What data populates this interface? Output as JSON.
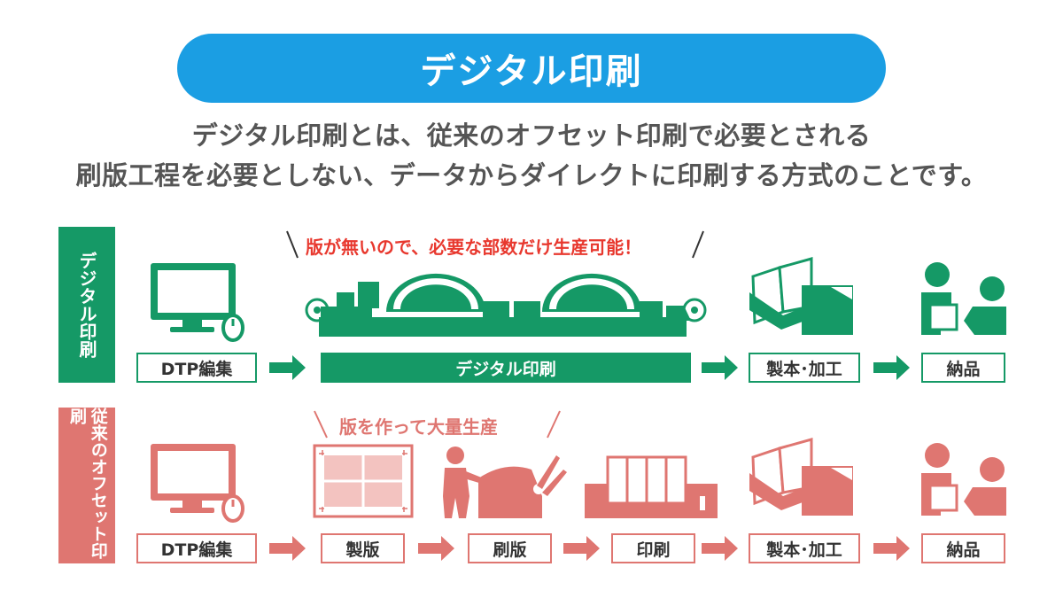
{
  "title": "デジタル印刷",
  "description": {
    "line1": "デジタル印刷とは、従来のオフセット印刷で必要とされる",
    "line2": "刷版工程を必要としない、データからダイレクトに印刷する方式のことです。"
  },
  "digital_row": {
    "label": "デジタル印刷",
    "note": "版が無いので、必要な部数だけ生産可能！",
    "steps": [
      "DTP編集",
      "デジタル印刷",
      "製本･加工",
      "納品"
    ]
  },
  "offset_row": {
    "label": "従来のオフセット印刷",
    "note": "版を作って大量生産",
    "steps": [
      "DTP編集",
      "製版",
      "刷版",
      "印刷",
      "製本･加工",
      "納品"
    ]
  },
  "colors": {
    "title_blue": "#1b9ee3",
    "digital_green": "#159966",
    "offset_red": "#df7671",
    "note_red": "#e8382e",
    "text_gray": "#555555"
  },
  "icons": [
    "computer-icon",
    "printing-press-icon",
    "binding-icon",
    "delivery-icon",
    "plate-layout-icon",
    "worker-press-icon",
    "offset-press-icon"
  ]
}
